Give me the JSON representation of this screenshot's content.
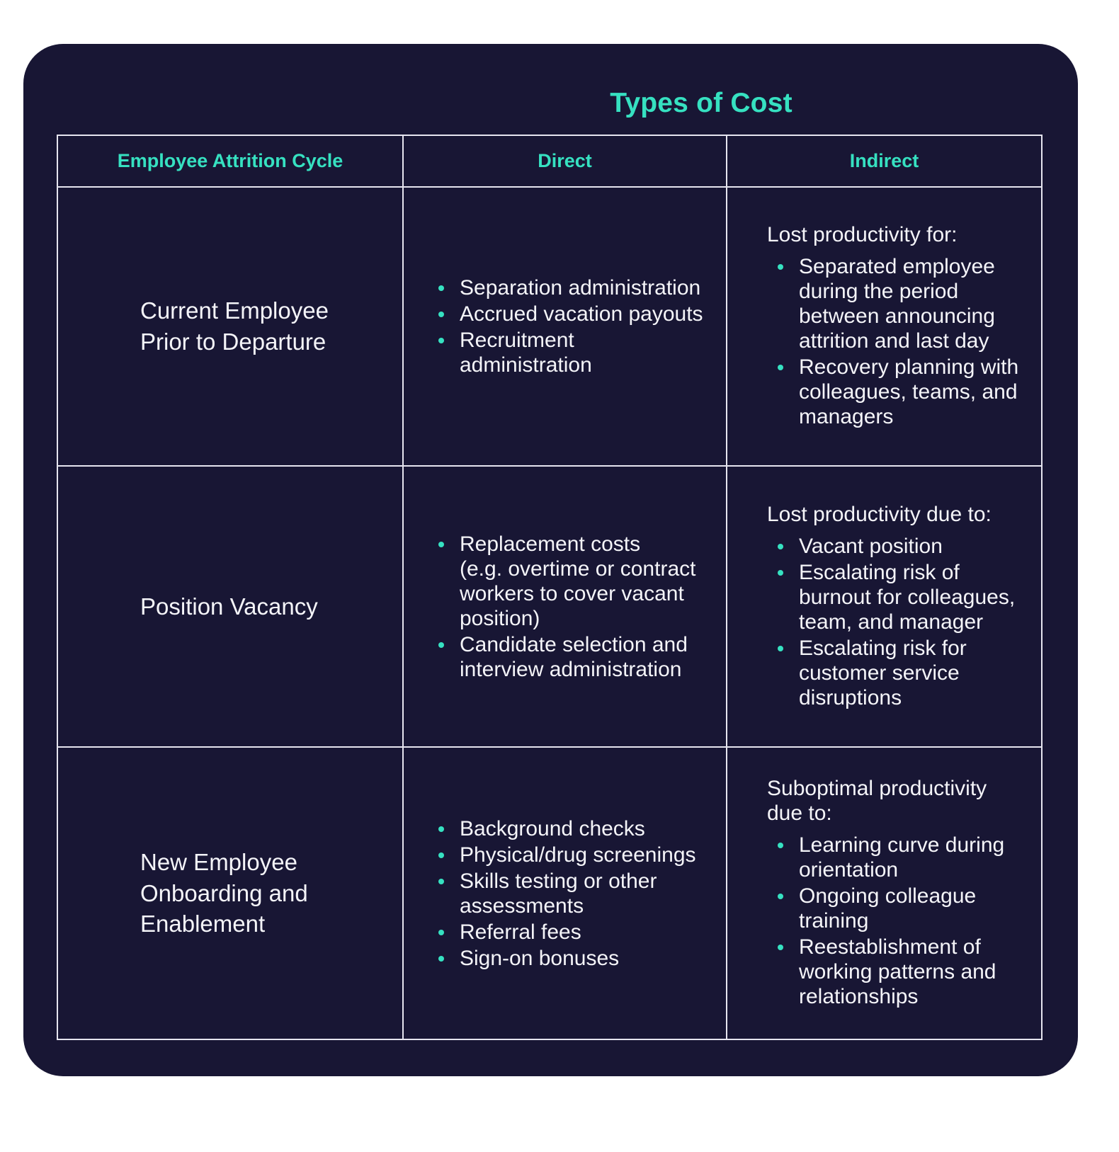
{
  "title": "Types of Cost",
  "colors": {
    "accent": "#36E1C1",
    "card_background": "#181634",
    "grid_border": "#E6E5EF",
    "body_text": "#F4F4F8"
  },
  "icons": {
    "bullet": "teal-dot-bullet-icon"
  },
  "table": {
    "headers": [
      "Employee Attrition Cycle",
      "Direct",
      "Indirect"
    ],
    "rows": [
      {
        "stage": "Current Employee Prior to Departure",
        "direct": {
          "items": [
            "Separation administration",
            "Accrued vacation payouts",
            "Recruitment administration"
          ]
        },
        "indirect": {
          "intro": "Lost productivity for:",
          "items": [
            "Separated employee during the period between announcing attrition and last day",
            "Recovery planning with colleagues, teams, and managers"
          ]
        }
      },
      {
        "stage": "Position Vacancy",
        "direct": {
          "items": [
            "Replacement costs\n(e.g. overtime or contract workers to cover vacant position)",
            "Candidate selection and interview administration"
          ]
        },
        "indirect": {
          "intro": "Lost productivity due to:",
          "items": [
            "Vacant position",
            "Escalating risk of burnout for colleagues, team, and manager",
            "Escalating risk for customer service disruptions"
          ]
        }
      },
      {
        "stage": "New Employee Onboarding and Enablement",
        "direct": {
          "items": [
            "Background checks",
            "Physical/drug screenings",
            "Skills testing or other assessments",
            "Referral fees",
            "Sign-on bonuses"
          ]
        },
        "indirect": {
          "intro": "Suboptimal productivity due to:",
          "items": [
            "Learning curve during orientation",
            "Ongoing colleague training",
            "Reestablishment of working patterns and relationships"
          ]
        }
      }
    ]
  }
}
